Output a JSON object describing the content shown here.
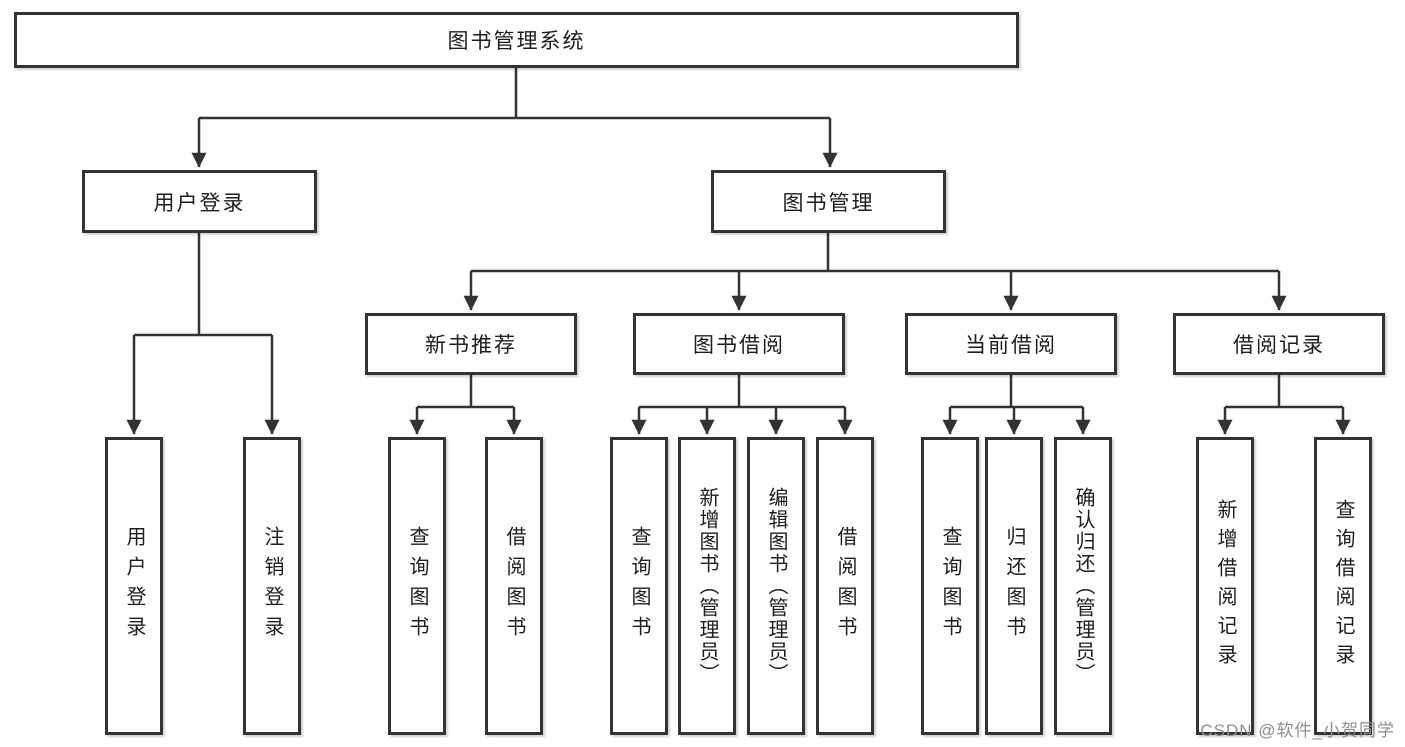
{
  "diagram": {
    "root": {
      "label": "图书管理系统"
    },
    "branches": [
      {
        "label": "用户登录",
        "children": [
          {
            "label": "用户登录"
          },
          {
            "label": "注销登录"
          }
        ]
      },
      {
        "label": "图书管理",
        "groups": [
          {
            "label": "新书推荐",
            "children": [
              {
                "label": "查询图书"
              },
              {
                "label": "借阅图书"
              }
            ]
          },
          {
            "label": "图书借阅",
            "children": [
              {
                "label": "查询图书"
              },
              {
                "label": "新增图书（管理员）"
              },
              {
                "label": "编辑图书（管理员）"
              },
              {
                "label": "借阅图书"
              }
            ]
          },
          {
            "label": "当前借阅",
            "children": [
              {
                "label": "查询图书"
              },
              {
                "label": "归还图书"
              },
              {
                "label": "确认归还（管理员）"
              }
            ]
          },
          {
            "label": "借阅记录",
            "children": [
              {
                "label": "新增借阅记录"
              },
              {
                "label": "查询借阅记录"
              }
            ]
          }
        ]
      }
    ]
  },
  "watermark": "CSDN @软件_小贺同学",
  "colors": {
    "line": "#333333",
    "box_border": "#333333",
    "box_fill": "#ffffff",
    "text": "#1d1d1f",
    "watermark": "#8f8f8f"
  }
}
